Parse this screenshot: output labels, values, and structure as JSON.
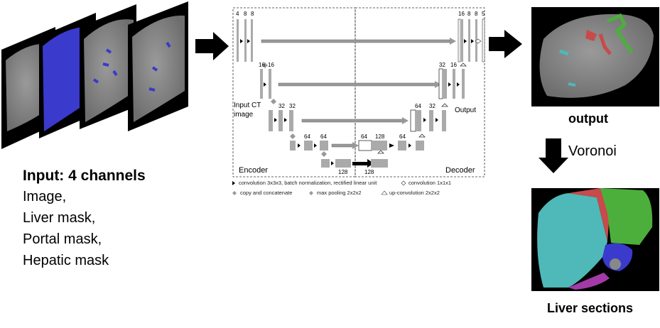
{
  "input": {
    "title": "Input: 4 channels",
    "items": [
      "Image,",
      "Liver mask,",
      "Portal mask,",
      "Hepatic mask"
    ]
  },
  "network": {
    "input_label_1": "Input CT",
    "input_label_2": "image",
    "output_label": "Output",
    "encoder_label": "Encoder",
    "decoder_label": "Decoder",
    "channels": {
      "enc1": [
        "4",
        "8",
        "8"
      ],
      "enc2": [
        "16",
        "16"
      ],
      "enc3": [
        "32",
        "32"
      ],
      "enc4": [
        "64",
        "64"
      ],
      "bottom": "128",
      "bottom_up": "128",
      "dec4": [
        "64",
        "128",
        "64"
      ],
      "dec3": [
        "64",
        "32"
      ],
      "dec2": [
        "32",
        "16"
      ],
      "dec1": [
        "16",
        "8",
        "8",
        "5"
      ]
    },
    "legend": {
      "conv": "convolution 3x3x3, batch normalization, rectified linear unit",
      "conv1": "convolution 1x1x1",
      "concat": "copy and concatenate",
      "pool": "max pooling 2x2x2",
      "upconv": "up-convolution 2x2x2"
    }
  },
  "output_label": "output",
  "voronoi_label": "Voronoi",
  "sections_label": "Liver sections",
  "colors": {
    "liver_gray": "#8a8a8a",
    "blue_mask": "#3a3acc",
    "red": "#c84a4a",
    "green": "#4caf3c",
    "cyan": "#4fb8b8",
    "purple": "#a23aa8"
  }
}
